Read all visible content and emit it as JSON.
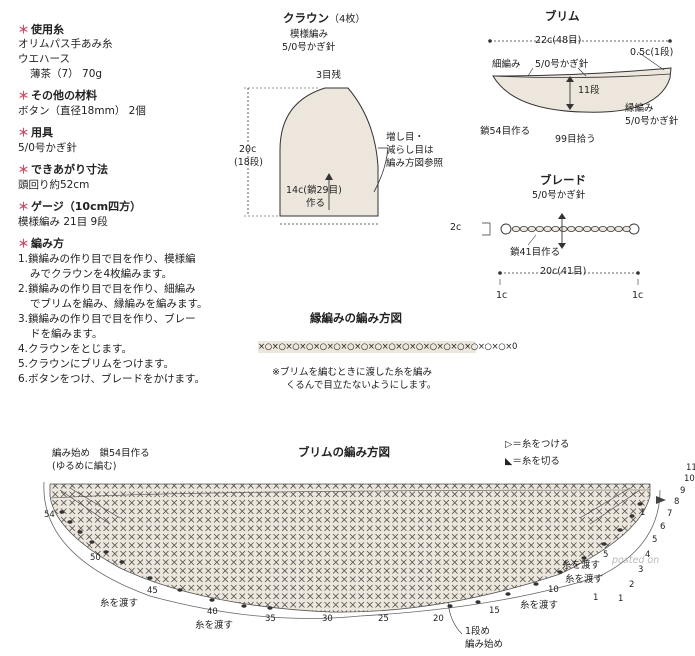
{
  "materials": {
    "yarn_h": "使用糸",
    "yarn_1": "オリムパス手あみ糸",
    "yarn_2": "ウエハース",
    "yarn_3": "薄茶（7） 70g",
    "other_h": "その他の材料",
    "other_1": "ボタン（直径18mm） 2個",
    "tools_h": "用具",
    "tools_1": "5/0号かぎ針",
    "size_h": "できあがり寸法",
    "size_1": "頭回り約52cm",
    "gauge_h": "ゲージ（10cm四方）",
    "gauge_1": "模様編み 21目 9段",
    "method_h": "編み方",
    "method": [
      "1.鎖編みの作り目で目を作り、模様編",
      "みでクラウンを4枚編みます。",
      "2.鎖編みの作り目で目を作り、細編み",
      "でブリムを編み、縁編みを編みます。",
      "3.鎖編みの作り目で目を作り、ブレー",
      "ドを編みます。",
      "4.クラウンをとじます。",
      "5.クラウンにブリムをつけます。",
      "6.ボタンをつけ、ブレードをかけます。"
    ]
  },
  "crown": {
    "title": "クラウン",
    "count": "（4枚）",
    "pattern": "模様編み",
    "hook": "5/0号かぎ針",
    "top": "3目残",
    "height_1": "20c",
    "height_2": "(18段)",
    "note_1": "増し目・",
    "note_2": "減らし目は",
    "note_3": "編み方図参照",
    "base_1": "14c(鎖29目)",
    "base_2": "作る"
  },
  "brim": {
    "title": "ブリム",
    "width": "22c(48目)",
    "side": "0.5c(1段)",
    "sc": "細編み",
    "hook": "5/0号かぎ針",
    "rows": "11段",
    "edge_1": "縁編み",
    "edge_2": "5/0号かぎ針",
    "chain": "鎖54目作る",
    "pick": "99目拾う"
  },
  "braid": {
    "title": "ブレード",
    "hook": "5/0号かぎ針",
    "height": "2c",
    "chain": "鎖41目作る",
    "width": "20c(41目)",
    "end_l": "1c",
    "end_r": "1c"
  },
  "edging": {
    "title": "縁編みの編み方図",
    "stitches": "×○×○×○×○×○×○×○×○×○×○×○×○×○×○×○×○×○×○×0",
    "note_1": "※ブリムを編むときに渡した糸を編み",
    "note_2": "くるんで目立たないようにします。"
  },
  "chart": {
    "title": "ブリムの編み方図",
    "legend_join": "＝糸をつける",
    "legend_cut": "＝糸を切る",
    "start_1": "編み始め　鎖54目作る",
    "start_2": "(ゆるめに編む)",
    "bottom_start_1": "1段め",
    "bottom_start_2": "編み始め",
    "pass_labels": [
      "糸を渡す",
      "糸を渡す",
      "糸を渡す",
      "糸を渡す",
      "糸を渡す"
    ],
    "col_labels": [
      "54",
      "50",
      "45",
      "40",
      "35",
      "30",
      "25",
      "20",
      "15",
      "10",
      "5",
      "1"
    ],
    "row_labels": [
      "1",
      "2",
      "3",
      "4",
      "5",
      "6",
      "7",
      "8",
      "9",
      "10",
      "11"
    ],
    "arrow_1": "1",
    "watermark": "posted on"
  }
}
